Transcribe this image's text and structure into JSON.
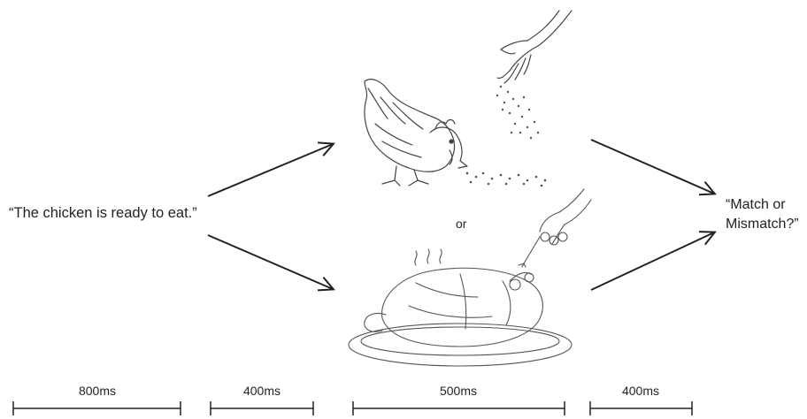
{
  "stimulus_sentence": "“The chicken is ready to eat.”",
  "connector": "or",
  "response_prompt": {
    "line1": "“Match or",
    "line2": "Mismatch?”"
  },
  "images": [
    {
      "icon": "live-chicken-pecking-grain-sketch"
    },
    {
      "icon": "roast-chicken-on-platter-sketch"
    }
  ],
  "timeline": [
    {
      "label": "800ms"
    },
    {
      "label": "400ms"
    },
    {
      "label": "500ms"
    },
    {
      "label": "400ms"
    }
  ]
}
